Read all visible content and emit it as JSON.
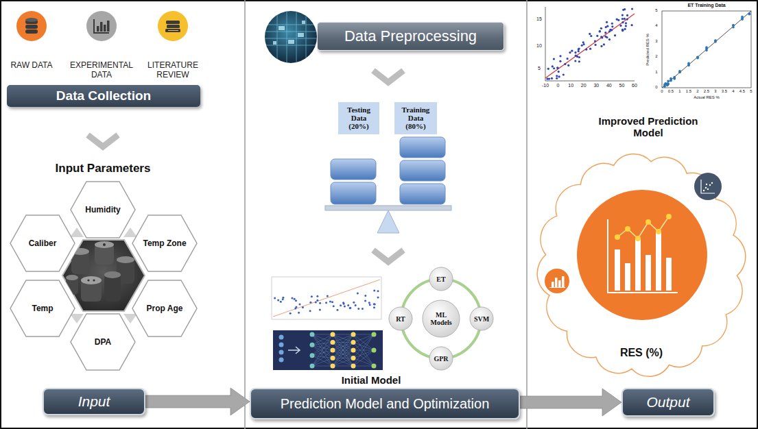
{
  "diagram": {
    "nodes": [
      {
        "text": [
          "RAW DATA"
        ]
      },
      {
        "text": [
          "EXPERIMENTAL DATA"
        ]
      },
      {
        "text": [
          "LITERATURE REVIEW"
        ]
      },
      {
        "text": [
          "Data Collection"
        ]
      },
      {
        "text": [
          "Humidity"
        ]
      },
      {
        "text": [
          "Caliber"
        ]
      },
      {
        "text": [
          "Temp Zone"
        ]
      },
      {
        "text": [
          "Temp"
        ]
      },
      {
        "text": [
          "Prop Age"
        ]
      },
      {
        "text": [
          "DPA"
        ]
      },
      {
        "text": [
          "Input"
        ]
      },
      {
        "text": [
          "Data Preprocessing"
        ]
      },
      {
        "text": [
          "Testing Data (20%)"
        ]
      },
      {
        "text": [
          "Training Data (80%)"
        ]
      },
      {
        "text": [
          "ET"
        ]
      },
      {
        "text": [
          "SVM"
        ]
      },
      {
        "text": [
          "GPR"
        ]
      },
      {
        "text": [
          "RT"
        ]
      },
      {
        "text": [
          "ML Models"
        ]
      },
      {
        "text": [
          "Prediction Model and Optimization"
        ]
      },
      {
        "text": [
          "RES (%)"
        ]
      },
      {
        "text": [
          "Output"
        ]
      }
    ],
    "edges": [
      {
        "from": 10,
        "to": 19,
        "arrow": "to"
      },
      {
        "from": 19,
        "to": 21,
        "arrow": "to"
      }
    ],
    "labels": [
      "Input Parameters",
      "Initial Model",
      "Improved Prediction Model",
      "ET Training Data",
      "Predicted RES %",
      "Actual RES %",
      "-10",
      "0",
      "10",
      "20",
      "30",
      "40",
      "50",
      "60",
      "5",
      "10",
      "15",
      "0",
      "0.5",
      "1",
      "1.5",
      "2",
      "2.5",
      "3",
      "3.5",
      "4",
      "4.5",
      "5",
      "0",
      "1",
      "2",
      "3",
      "4",
      "5"
    ]
  }
}
